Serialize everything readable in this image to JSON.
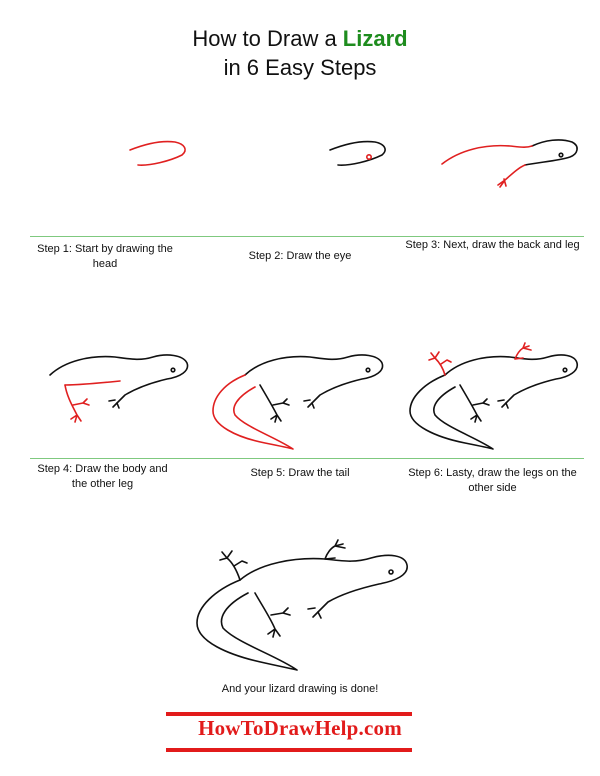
{
  "header": {
    "title_line1_prefix": "How to Draw a ",
    "title_line1_accent": "Lizard",
    "title_line2": "in 6 Easy Steps"
  },
  "steps": [
    {
      "caption": "Step 1: Start by drawing the head"
    },
    {
      "caption": "Step 2: Draw the eye"
    },
    {
      "caption": "Step 3: Next, draw the back and leg"
    },
    {
      "caption": "Step 4: Draw the body and the other leg"
    },
    {
      "caption": "Step 5: Draw the tail"
    },
    {
      "caption": "Step 6: Lasty, draw the legs on the other side"
    }
  ],
  "final": {
    "caption": "And your lizard drawing is done!"
  },
  "footer": {
    "site": "HowToDrawHelp.com"
  },
  "colors": {
    "accent_green": "#1e8c1e",
    "highlight_red": "#e02020",
    "brand_red": "#e21b1b",
    "separator": "#7fc97f"
  }
}
